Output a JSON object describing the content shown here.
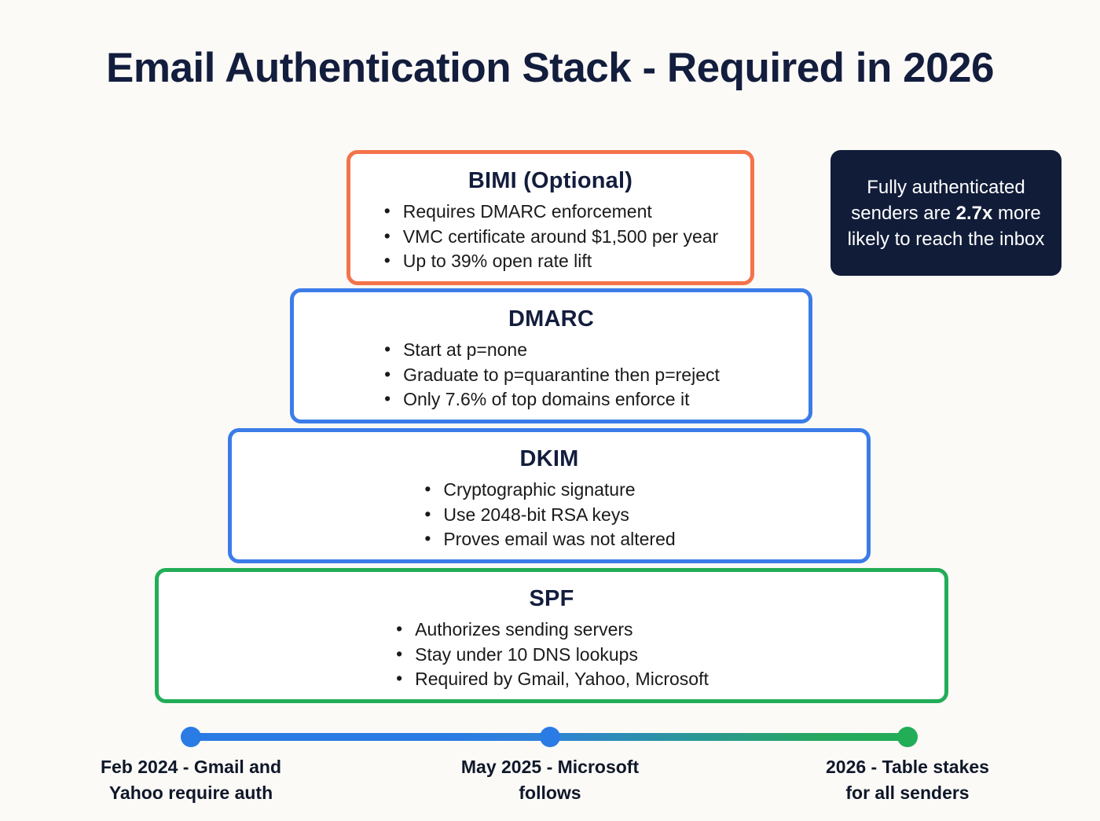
{
  "title": "Email Authentication Stack - Required in 2026",
  "colors": {
    "background": "#fbfaf7",
    "title": "#131d3d",
    "bimi_border": "#f4734a",
    "dmarc_border": "#3b7ce8",
    "dkim_border": "#3b7ce8",
    "spf_border": "#22ad57",
    "callout_background": "#101c38",
    "timeline_start": "#2b7be4",
    "timeline_end": "#22ad57"
  },
  "layers": [
    {
      "id": "bimi",
      "heading": "BIMI (Optional)",
      "bullets": [
        "Requires DMARC enforcement",
        "VMC certificate around $1,500 per year",
        "Up to 39% open rate lift"
      ]
    },
    {
      "id": "dmarc",
      "heading": "DMARC",
      "bullets": [
        "Start at p=none",
        "Graduate to p=quarantine then p=reject",
        "Only 7.6% of top domains enforce it"
      ]
    },
    {
      "id": "dkim",
      "heading": "DKIM",
      "bullets": [
        "Cryptographic signature",
        "Use 2048-bit RSA keys",
        "Proves email was not altered"
      ]
    },
    {
      "id": "spf",
      "heading": "SPF",
      "bullets": [
        "Authorizes sending servers",
        "Stay under 10 DNS lookups",
        "Required by Gmail, Yahoo, Microsoft"
      ]
    }
  ],
  "callout": {
    "prefix": "Fully authenticated senders are ",
    "emphasis": "2.7x",
    "suffix": " more likely to reach the inbox"
  },
  "timeline": {
    "milestones": [
      {
        "line1": "Feb 2024 - Gmail and",
        "line2": "Yahoo require auth"
      },
      {
        "line1": "May 2025 - Microsoft",
        "line2": "follows"
      },
      {
        "line1": "2026 - Table stakes",
        "line2": "for all senders"
      }
    ]
  }
}
